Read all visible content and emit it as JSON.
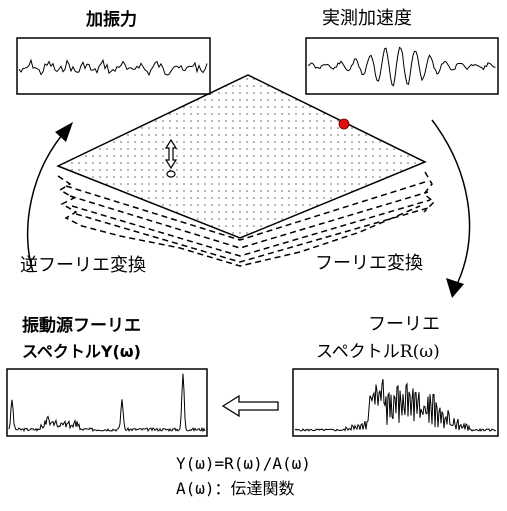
{
  "top_left": {
    "title": "加振力"
  },
  "top_right": {
    "title": "実測加速度"
  },
  "arrows": {
    "inverse_fourier": "逆フーリエ変換",
    "fourier": "フーリエ変換"
  },
  "bottom_left": {
    "title_line1": "振動源フーリエ",
    "title_line2": "スペクトルY(ω)"
  },
  "bottom_right": {
    "title_line1": "フーリエ",
    "title_line2": "スペクトルR(ω)"
  },
  "formula": {
    "line1": "Y(ω)=R(ω)/A(ω)",
    "line2": "A(ω)：伝達関数"
  },
  "colors": {
    "sensor_dot": "#e01010",
    "line": "#000000",
    "background": "#ffffff"
  }
}
